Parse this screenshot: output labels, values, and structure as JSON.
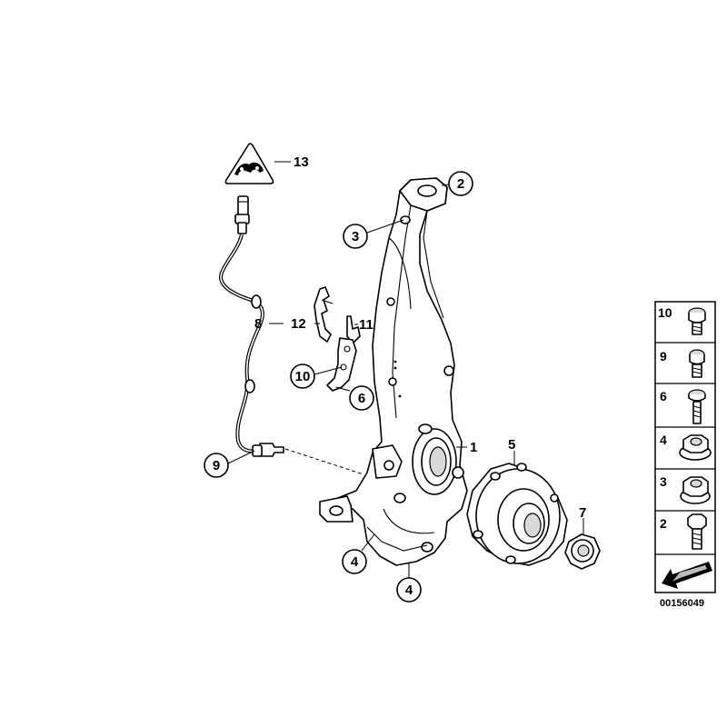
{
  "diagram": {
    "callouts": {
      "c2": "2",
      "c3": "3",
      "c4a": "4",
      "c4b": "4",
      "c6": "6",
      "c9": "9",
      "c10": "10"
    },
    "labels": {
      "l1": "1",
      "l5": "5",
      "l7": "7",
      "l8": "8",
      "l11": "11",
      "l12": "12",
      "l13": "13"
    },
    "legend": [
      {
        "number": "10",
        "icon": "torx-bolt-short-icon"
      },
      {
        "number": "9",
        "icon": "torx-bolt-icon"
      },
      {
        "number": "6",
        "icon": "torx-screw-long-icon"
      },
      {
        "number": "4",
        "icon": "collar-nut-icon"
      },
      {
        "number": "3",
        "icon": "hex-nut-icon"
      },
      {
        "number": "2",
        "icon": "hex-bolt-icon"
      }
    ],
    "drawing_code": "00156049"
  }
}
